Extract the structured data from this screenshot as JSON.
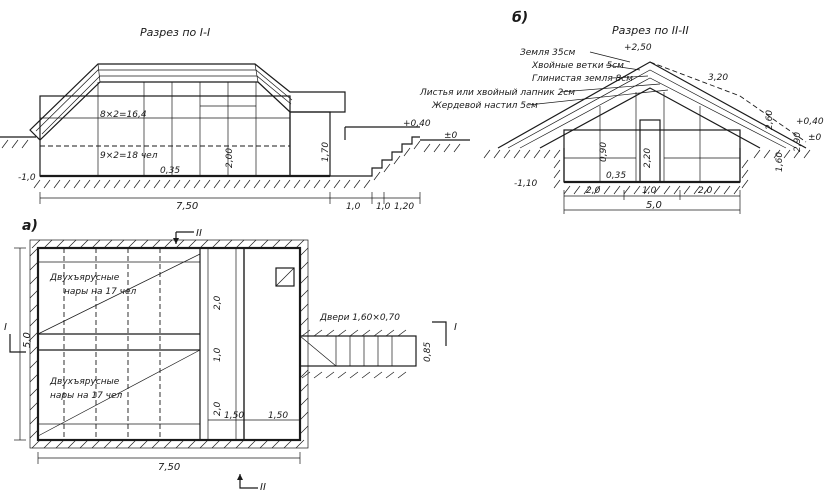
{
  "section_1": {
    "title": "Разрез по I-I",
    "label_bunk_length": "8×2=16,4",
    "label_people": "9×2=18 чел",
    "dim_height_main": "2,00",
    "dim_height_vest": "1,70",
    "dim_step": "0,35",
    "level_plus": "+0,40",
    "level_zero": "±0",
    "level_minus": "-1,0",
    "dim_total": "7,50",
    "dim_a": "1,0",
    "dim_b": "1,0",
    "dim_c": "1,20"
  },
  "section_2": {
    "letter": "б)",
    "title": "Разрез по II-II",
    "layers": [
      "Земля 35см",
      "Хвойные ветки 5см",
      "Глинистая земля 8см",
      "Листья или хвойный лапник 2см",
      "Жердевой настил 5см"
    ],
    "level_top": "+2,50",
    "dim_slope": "3,20",
    "dim_v1": "2,60",
    "dim_v2": "2,90",
    "dim_v3": "1,60",
    "level_plus": "+0,40",
    "level_zero": "±0",
    "level_minus": "-1,10",
    "dim_bunk": "0,90",
    "dim_door": "2,20",
    "dim_step": "0,35",
    "dim_w1": "2,0",
    "dim_w2": "1,0",
    "dim_w3": "2,0",
    "dim_total": "5,0"
  },
  "plan": {
    "letter": "а)",
    "cut_2_top": "II",
    "cut_2_bottom": "II",
    "cut_1_left": "I",
    "cut_1_right": "I",
    "bunk_label_1a": "Двухъярусные",
    "bunk_label_1b": "нары на 17 чел",
    "bunk_label_2a": "Двухъярусные",
    "bunk_label_2b": "нары на 17 чел",
    "door_label": "Двери 1,60×0,70",
    "dim_height": "5,0",
    "dim_aisle": "1,0",
    "dim_bunk_top": "2,0",
    "dim_bunk_bottom": "2,0",
    "dim_v1": "1,50",
    "dim_v2": "1,50",
    "dim_entry": "0,85",
    "dim_total": "7,50"
  }
}
